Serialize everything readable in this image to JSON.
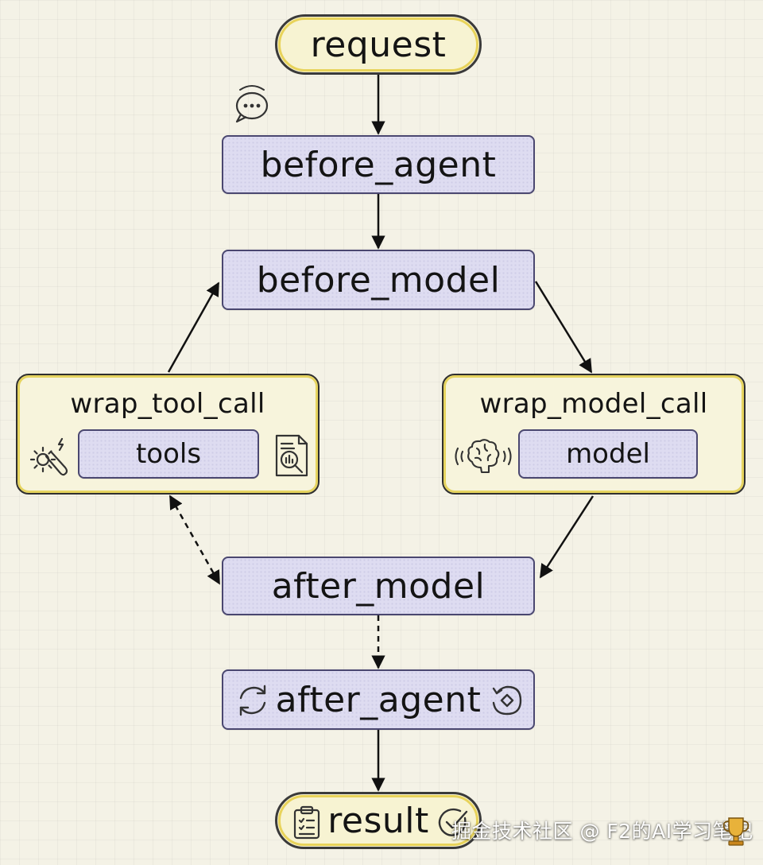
{
  "nodes": {
    "request": "request",
    "before_agent": "before_agent",
    "before_model": "before_model",
    "wrap_tool_call": "wrap_tool_call",
    "tools": "tools",
    "wrap_model_call": "wrap_model_call",
    "model": "model",
    "after_model": "after_model",
    "after_agent": "after_agent",
    "result": "result"
  },
  "icons": {
    "chat": "chat-bubble-icon",
    "tools_left": "wrench-gear-icon",
    "tools_right": "document-search-icon",
    "model_left": "brain-icon",
    "after_agent_left": "refresh-icon",
    "after_agent_right": "restore-icon",
    "result_left": "clipboard-list-icon",
    "result_right": "check-circle-icon",
    "watermark": "trophy-icon"
  },
  "colors": {
    "background": "#f4f2e6",
    "node_fill": "#dedcf1",
    "node_border": "#4a4770",
    "group_fill": "#f7f4dc",
    "group_accent": "#e6d45f",
    "arrow": "#111111"
  },
  "watermark": {
    "text": "掘金技术社区 @ F2的AI学习笔记"
  }
}
